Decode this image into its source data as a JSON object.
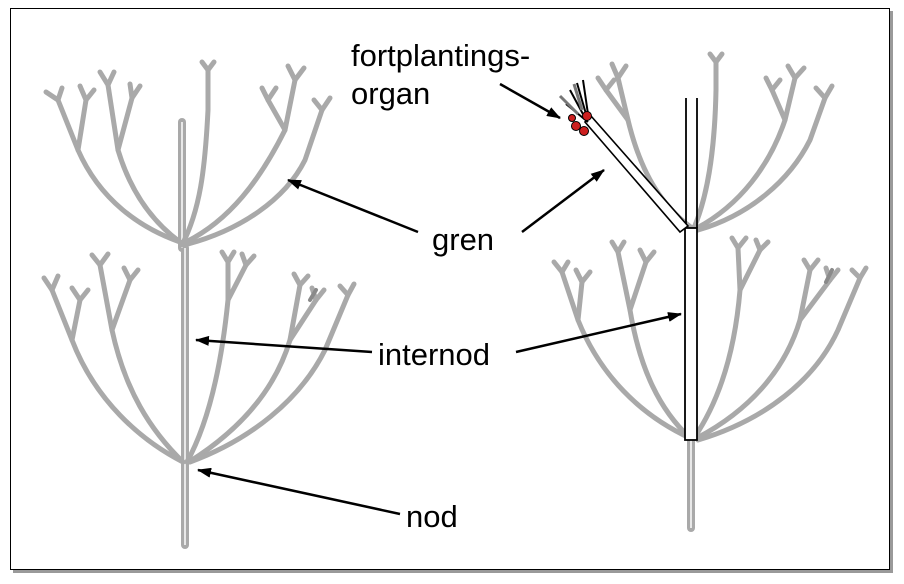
{
  "labels": {
    "reproductive_organ": [
      "fortplantings-",
      "organ"
    ],
    "branch": "gren",
    "internode": "internod",
    "node": "nod"
  },
  "colors": {
    "plant": "#a9a9a9",
    "plant_dark": "#8a8a8a",
    "spores": "#cc1f1f",
    "outline": "#000000"
  }
}
